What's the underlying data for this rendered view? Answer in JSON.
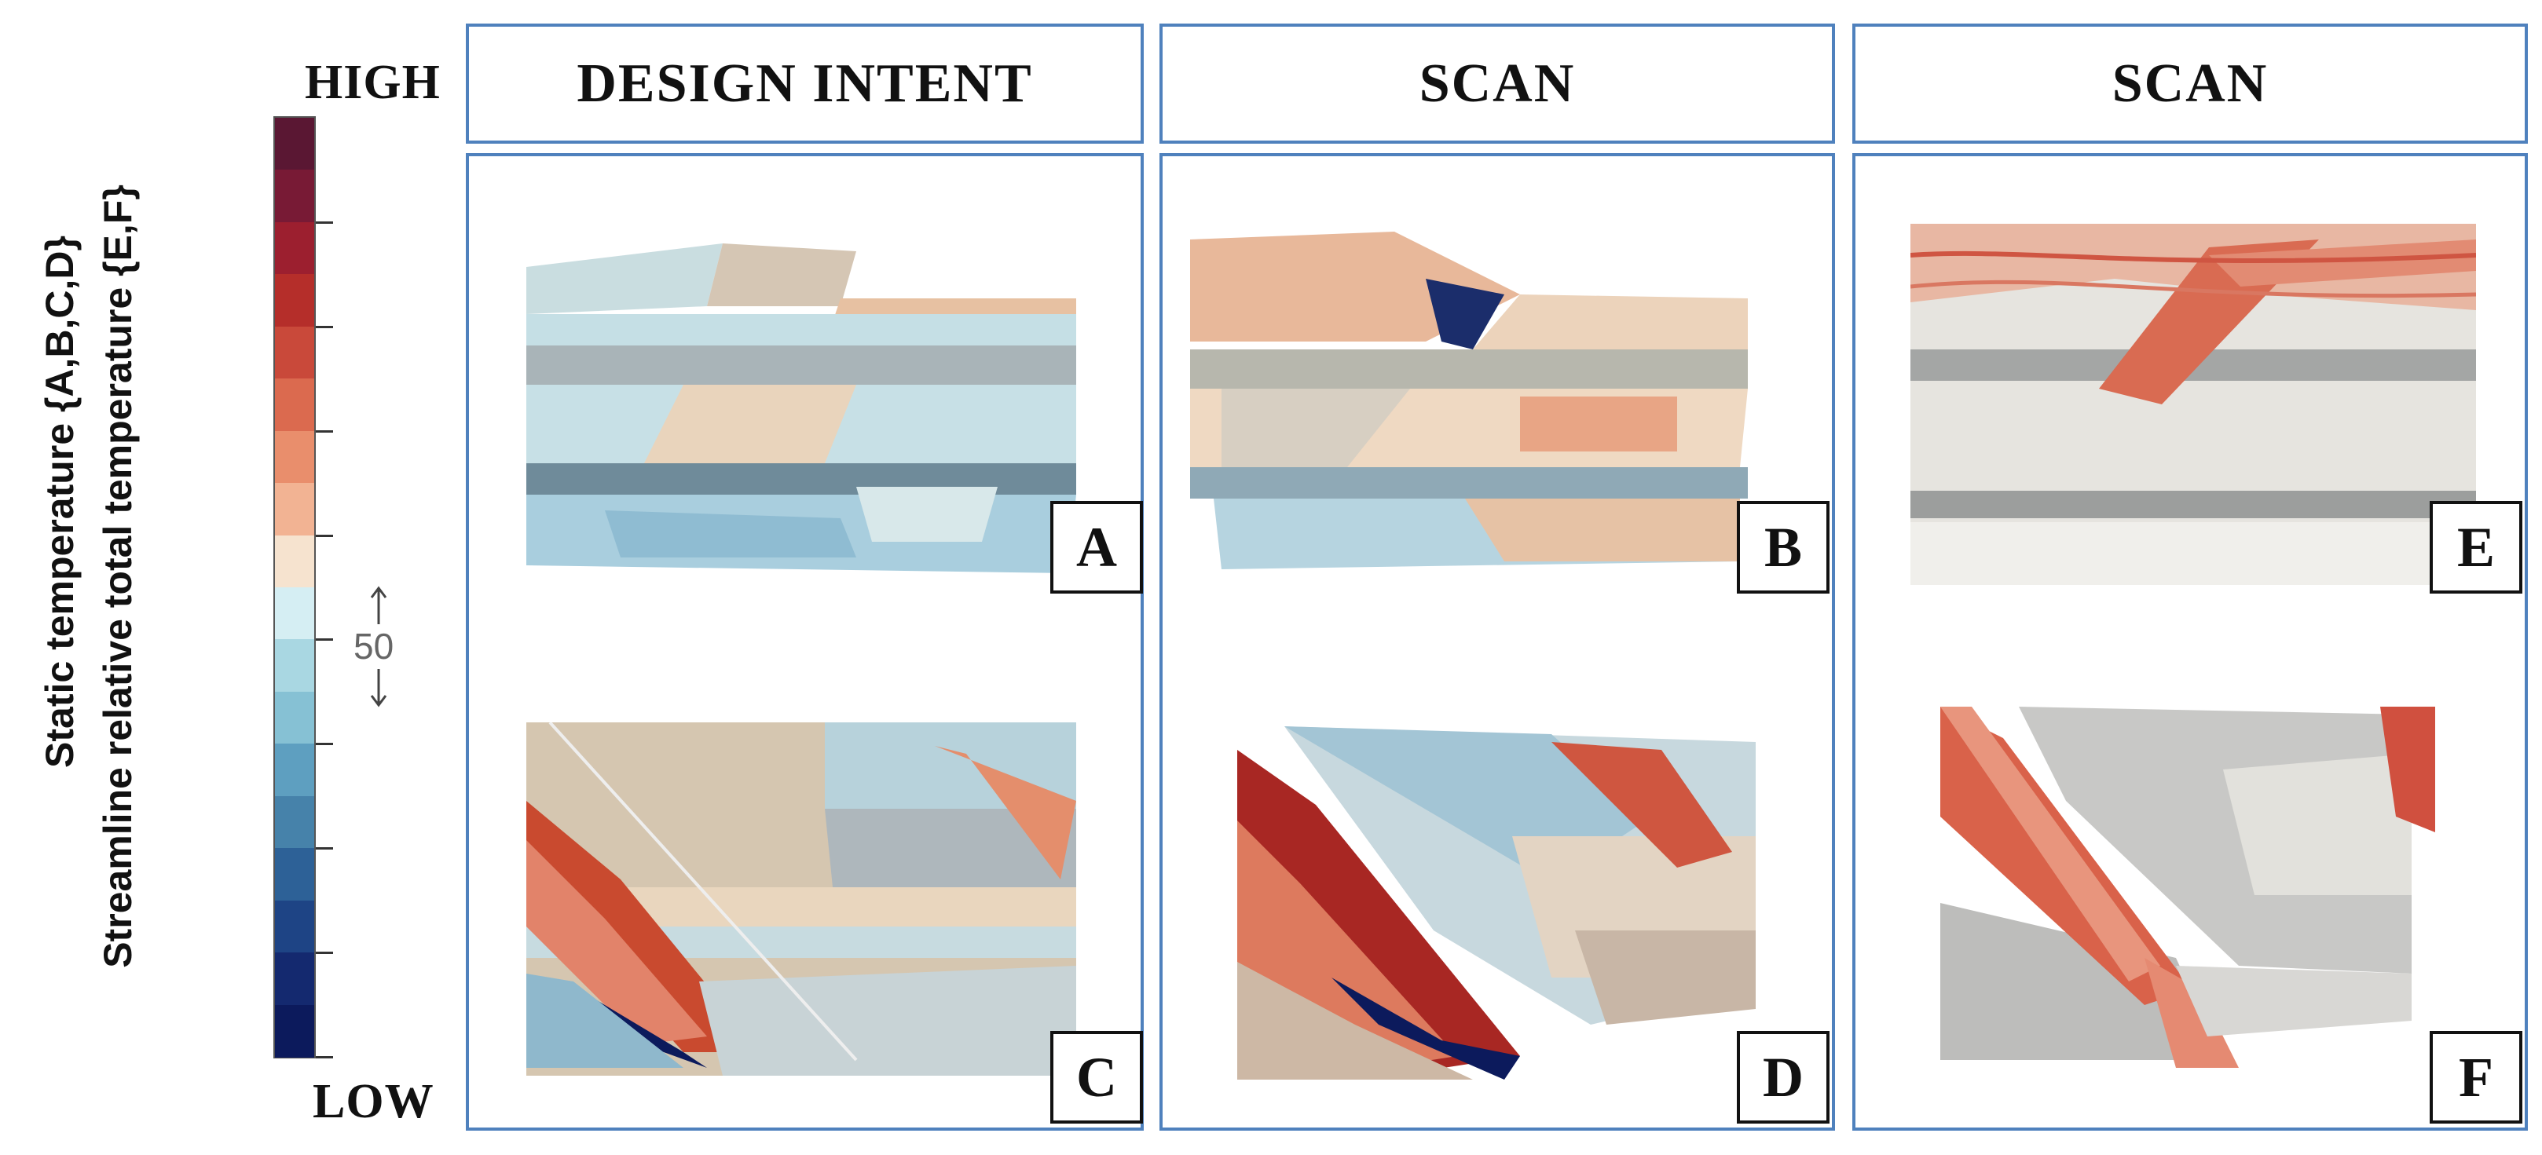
{
  "axis_label": {
    "line1": "Static temperature {A,B,C,D}",
    "line2": "Streamline relative total temperature {E,F}"
  },
  "colorbar": {
    "high": "HIGH",
    "low": "LOW",
    "mid_value": "50",
    "colors": [
      "#5a1733",
      "#781a35",
      "#9c1f2f",
      "#b52e2a",
      "#c9493a",
      "#db6a4f",
      "#e98e6c",
      "#f2b393",
      "#f6e3cf",
      "#d5eef3",
      "#a9d7e2",
      "#86c1d4",
      "#5e9fc0",
      "#4682aa",
      "#2d6197",
      "#1e4485",
      "#14296f",
      "#0c1a5c"
    ]
  },
  "headers": [
    "DESIGN INTENT",
    "SCAN",
    "SCAN"
  ],
  "panels": [
    "A",
    "B",
    "C",
    "D",
    "E",
    "F"
  ]
}
